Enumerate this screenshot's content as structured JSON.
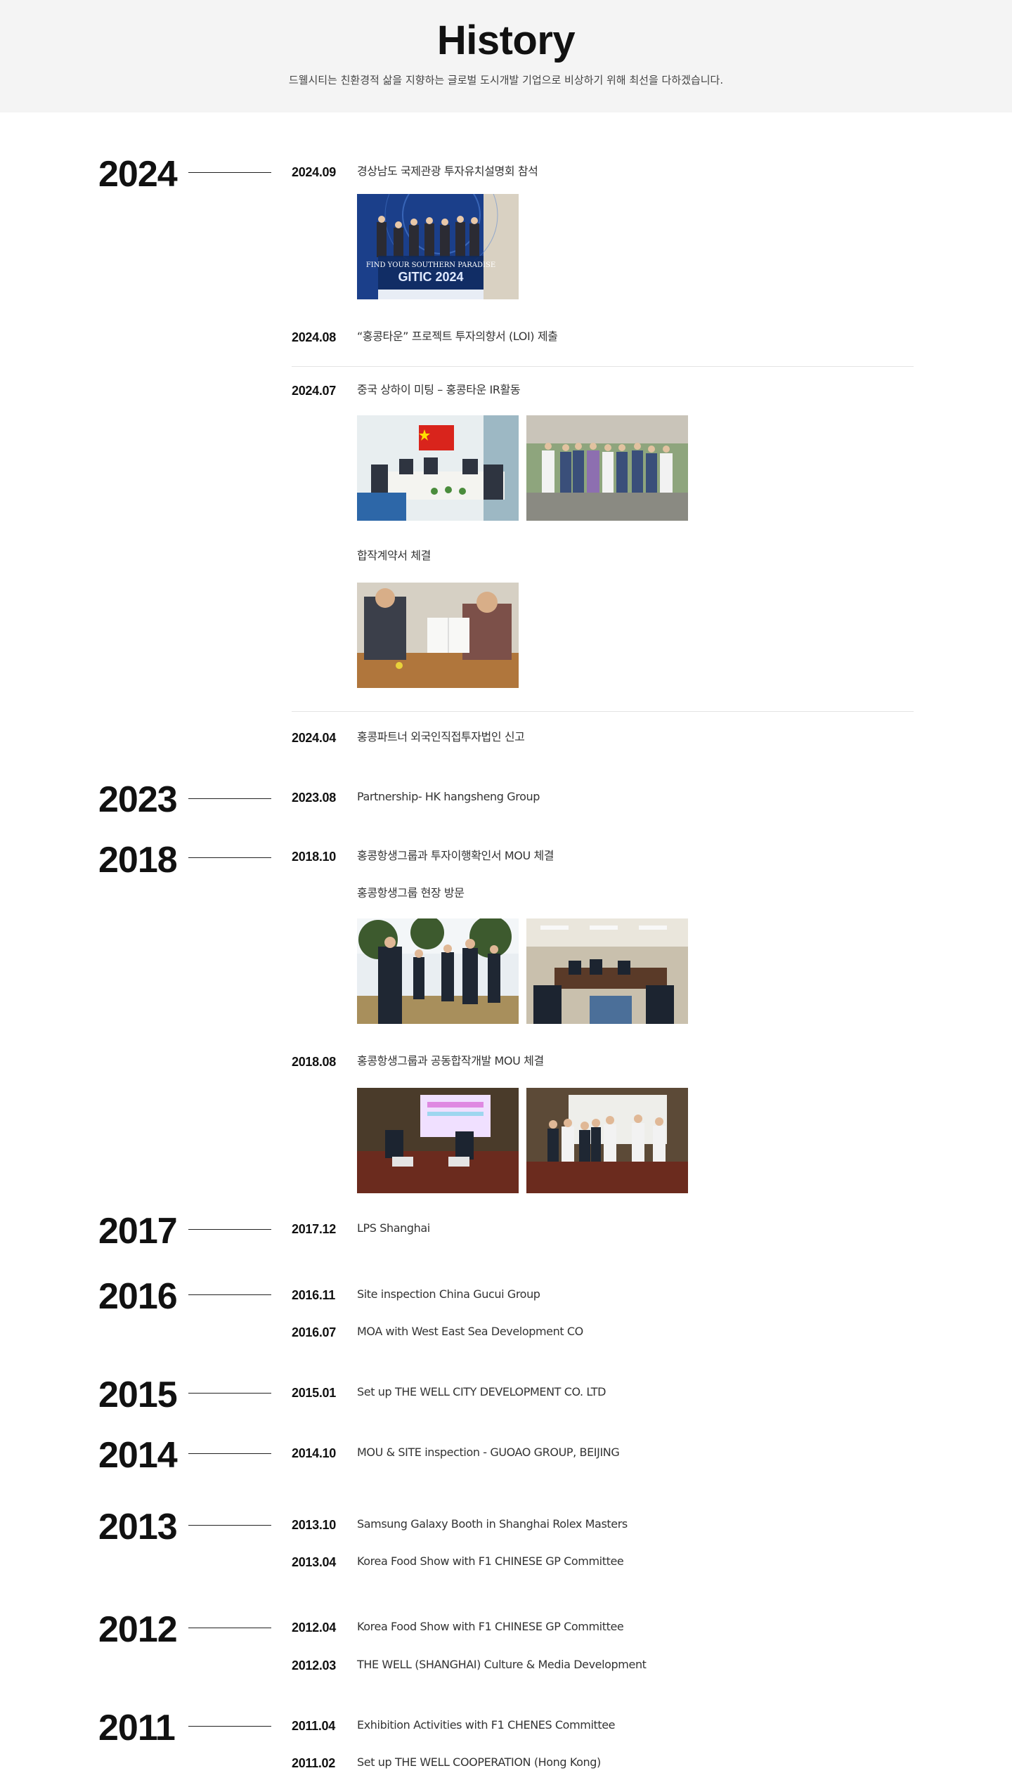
{
  "header": {
    "title": "History",
    "subtitle": "드웰시티는 친환경적 삶을 지향하는 글로벌 도시개발 기업으로 비상하기 위해 최선을 다하겠습니다."
  },
  "years": {
    "y2024": "2024",
    "y2023": "2023",
    "y2018": "2018",
    "y2017": "2017",
    "y2016": "2016",
    "y2015": "2015",
    "y2014": "2014",
    "y2013": "2013",
    "y2012": "2012",
    "y2011": "2011"
  },
  "events": [
    {
      "date": "2024.09",
      "text": "경상남도 국제관광 투자유치설명회 참석"
    },
    {
      "date": "2024.08",
      "text": "“홍콩타운” 프로젝트 투자의향서 (LOI) 제출"
    },
    {
      "date": "2024.07",
      "text": "중국 상하이 미팅 – 홍콩타운 IR활동"
    },
    {
      "date": "",
      "text": "합작계약서 체결"
    },
    {
      "date": "2024.04",
      "text": "홍콩파트너 외국인직접투자법인 신고"
    },
    {
      "date": "2023.08",
      "text": "Partnership- HK hangsheng Group"
    },
    {
      "date": "2018.10",
      "text": "홍콩항생그룹과 투자이행확인서 MOU 체결"
    },
    {
      "date": "",
      "text": "홍콩항생그룹 현장 방문"
    },
    {
      "date": "2018.08",
      "text": "홍콩항생그룹과 공동합작개발 MOU 체결"
    },
    {
      "date": "2017.12",
      "text": "LPS Shanghai"
    },
    {
      "date": "2016.11",
      "text": "Site inspection China Gucui Group"
    },
    {
      "date": "2016.07",
      "text": "MOA  with West East Sea Development  CO"
    },
    {
      "date": "2015.01",
      "text": "Set up THE WELL CITY DEVELOPMENT CO. LTD"
    },
    {
      "date": "2014.10",
      "text": "MOU & SITE inspection - GUOAO GROUP, BEIJING"
    },
    {
      "date": "2013.10",
      "text": "Samsung Galaxy Booth in Shanghai Rolex  Masters"
    },
    {
      "date": "2013.04",
      "text": "Korea Food Show with F1 CHINESE GP Committee"
    },
    {
      "date": "2012.04",
      "text": "Korea Food Show with F1 CHINESE GP Committee"
    },
    {
      "date": "2012.03",
      "text": "THE WELL (SHANGHAI) Culture & Media Development"
    },
    {
      "date": "2011.04",
      "text": "Exhibition Activities with F1 CHENES Committee"
    },
    {
      "date": "2011.02",
      "text": "Set up  THE WELL COOPERATION (Hong Kong)"
    }
  ],
  "photos": {
    "gitic_banner_line1": "FIND YOUR SOUTHERN PARADISE",
    "gitic_banner_line2": "GITIC 2024"
  },
  "colors": {
    "hero_bg": "#f4f4f4",
    "text_dark": "#111111",
    "divider": "#e4e4e4"
  }
}
